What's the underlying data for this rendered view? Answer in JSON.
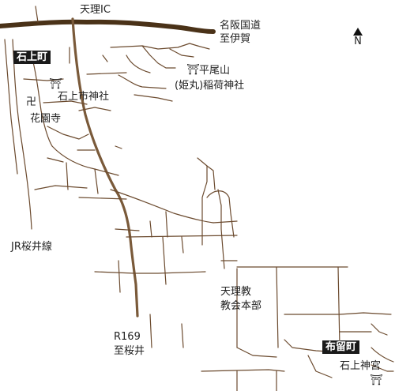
{
  "labels": {
    "tenri_ic": "天理IC",
    "meihan_road": "名阪国道",
    "to_iga": "至伊賀",
    "isonokami_cho": "石上町",
    "hirao_san": "平尾山",
    "himemaru_inari": "(姫丸)稲荷神社",
    "isonokami_ichi": "石上市神社",
    "kaon_ji": "花園寺",
    "jr_sakurai": "JR桜井線",
    "tenrikyo_1": "天理教",
    "tenrikyo_2": "教会本部",
    "r169": "R169",
    "to_sakurai": "至桜井",
    "furu_cho": "布留町",
    "isonokami_jingu": "石上神宮",
    "north": "N"
  },
  "icons": {
    "shrine": "⛩",
    "temple": "卍"
  },
  "colors": {
    "expressway": "#4a3218",
    "main_road": "#7a5a3a",
    "minor_road": "#6b4a2e",
    "tag_bg": "#1a1a1a"
  }
}
